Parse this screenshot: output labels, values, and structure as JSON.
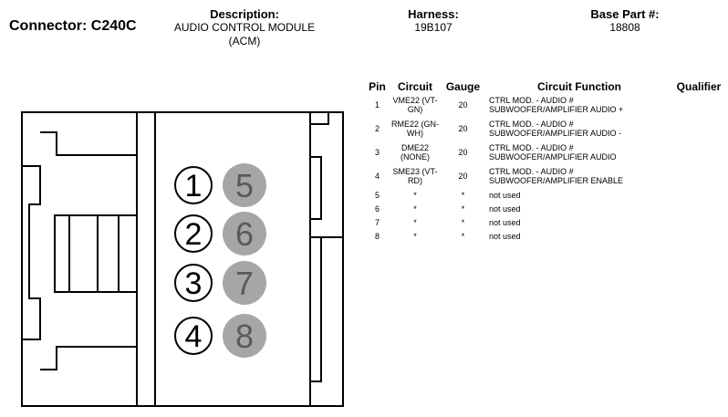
{
  "header": {
    "connector": "Connector: C240C",
    "description_label": "Description:",
    "description_line1": "AUDIO CONTROL MODULE",
    "description_line2": "(ACM)",
    "harness_label": "Harness:",
    "harness_value": "19B107",
    "base_part_label": "Base Part #:",
    "base_part_value": "18808"
  },
  "table": {
    "columns": [
      "Pin",
      "Circuit",
      "Gauge",
      "Circuit Function",
      "Qualifier"
    ],
    "rows": [
      {
        "pin": "1",
        "circuit": [
          "VME22 (VT-",
          "GN)"
        ],
        "gauge": "20",
        "function": [
          "CTRL MOD. - AUDIO #",
          "SUBWOOFER/AMPLIFIER AUDIO +"
        ],
        "qualifier": ""
      },
      {
        "pin": "2",
        "circuit": [
          "RME22 (GN-",
          "WH)"
        ],
        "gauge": "20",
        "function": [
          "CTRL MOD. - AUDIO #",
          "SUBWOOFER/AMPLIFIER AUDIO -"
        ],
        "qualifier": ""
      },
      {
        "pin": "3",
        "circuit": [
          "DME22",
          "(NONE)"
        ],
        "gauge": "20",
        "function": [
          "CTRL MOD. - AUDIO #",
          "SUBWOOFER/AMPLIFIER AUDIO"
        ],
        "qualifier": ""
      },
      {
        "pin": "4",
        "circuit": [
          "SME23 (VT-",
          "RD)"
        ],
        "gauge": "20",
        "function": [
          "CTRL MOD. - AUDIO #",
          "SUBWOOFER/AMPLIFIER ENABLE"
        ],
        "qualifier": ""
      },
      {
        "pin": "5",
        "circuit": [
          "*"
        ],
        "gauge": "*",
        "function": [
          "not used"
        ],
        "qualifier": ""
      },
      {
        "pin": "6",
        "circuit": [
          "*"
        ],
        "gauge": "*",
        "function": [
          "not used"
        ],
        "qualifier": ""
      },
      {
        "pin": "7",
        "circuit": [
          "*"
        ],
        "gauge": "*",
        "function": [
          "not used"
        ],
        "qualifier": ""
      },
      {
        "pin": "8",
        "circuit": [
          "*"
        ],
        "gauge": "*",
        "function": [
          "not used"
        ],
        "qualifier": ""
      }
    ]
  },
  "diagram": {
    "active_pins": [
      "1",
      "2",
      "3",
      "4"
    ],
    "unused_pins": [
      "5",
      "6",
      "7",
      "8"
    ],
    "unused_pin_color": "#a6a6a6"
  }
}
